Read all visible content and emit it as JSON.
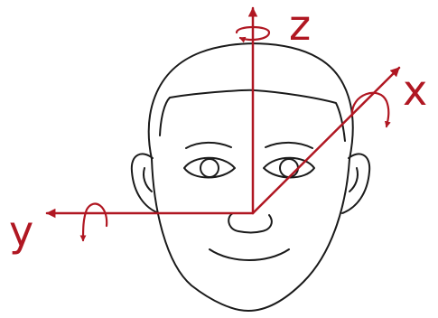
{
  "axes": {
    "z": {
      "label": "z"
    },
    "x": {
      "label": "x"
    },
    "y": {
      "label": "y"
    }
  },
  "colors": {
    "axis": "#b01722",
    "outline": "#1a1a1a",
    "background": "#ffffff"
  },
  "icons": {
    "rotation_arrow": "curved-rotation-arrow-icon",
    "head": "cartoon-head-outline"
  }
}
